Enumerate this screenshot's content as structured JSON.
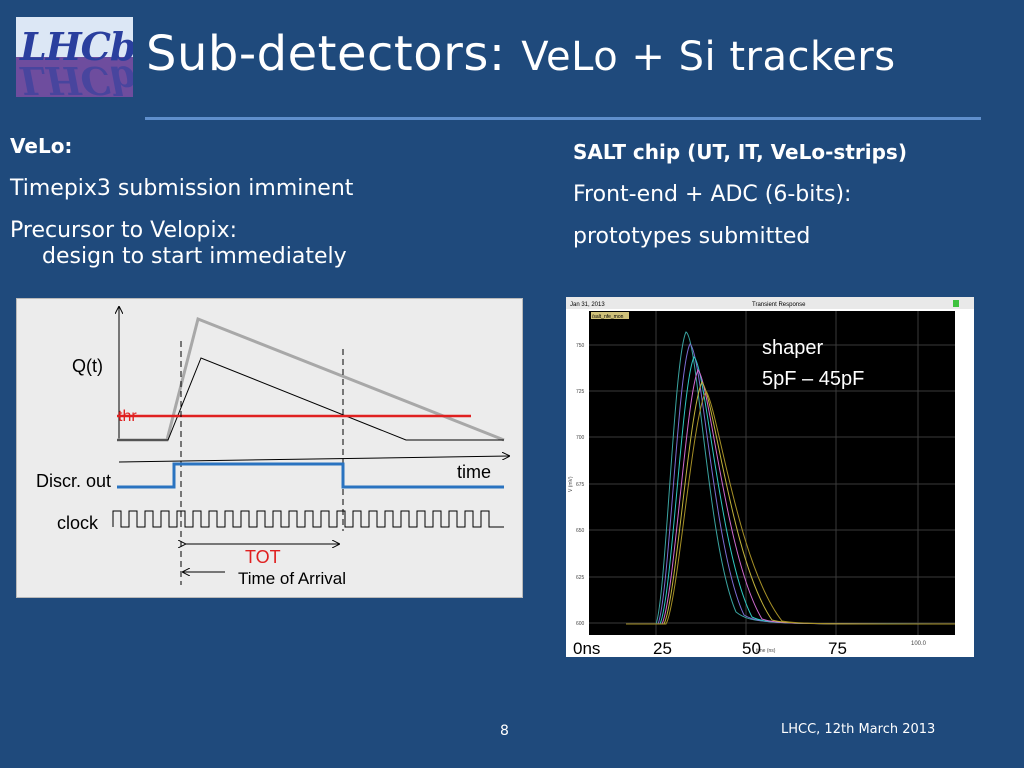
{
  "slide": {
    "logo_text": "LHCb",
    "title_main": "Sub-detectors: ",
    "title_sub": "VeLo + Si trackers",
    "page_number": "8",
    "footer_date": "LHCC, 12th March 2013"
  },
  "left": {
    "heading": "VeLo:",
    "line1": "Timepix3 submission imminent",
    "line2": "Precursor to Velopix:",
    "line3": "design to start immediately"
  },
  "right": {
    "heading": "SALT chip (UT, IT, VeLo-strips)",
    "line1": "Front-end + ADC (6-bits):",
    "line2": "prototypes submitted"
  },
  "diagram": {
    "q_label": "Q(t)",
    "thr_label": "thr",
    "time_label": "time",
    "discr_label": "Discr. out",
    "clock_label": "clock",
    "tot_label": "TOT",
    "toa_label": "Time of Arrival",
    "colors": {
      "threshold": "#e02020",
      "discr": "#2a73c0",
      "tot": "#e02020"
    }
  },
  "scope": {
    "header_left": "Jan 31, 2013",
    "header_center": "Transient Response",
    "trace_label": "/salt_nfe_mon",
    "yaxis_title": "V (mV)",
    "xaxis_title": "time (ns)",
    "x_tick_100": "100.0",
    "y_ticks": [
      "750",
      "725",
      "700",
      "675",
      "650",
      "625",
      "600"
    ],
    "x_annotations": [
      "0ns",
      "25",
      "50",
      "75"
    ],
    "annotation_line1": "shaper",
    "annotation_line2": "5pF – 45pF"
  }
}
